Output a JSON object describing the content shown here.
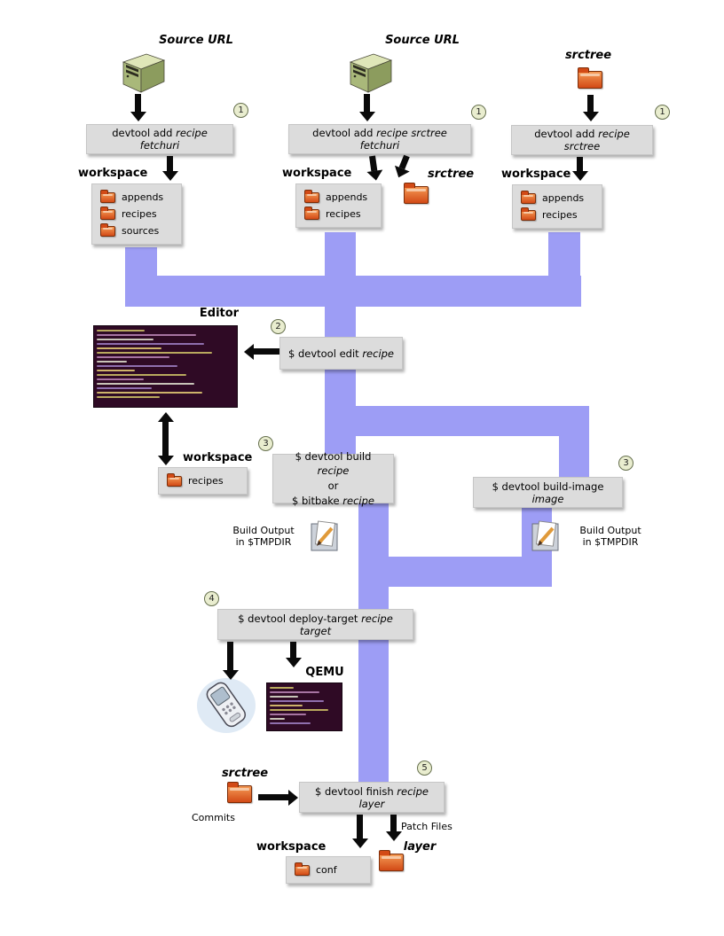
{
  "colors": {
    "pipe": "#9d9df5",
    "box_bg": "#dcdcdc",
    "folder_light": "#f59a54",
    "folder_dark": "#d24a16",
    "badge_bg": "#e9edcf",
    "terminal_bg": "#2f0a25"
  },
  "badges": {
    "s1": "1",
    "s2": "2",
    "s3": "3",
    "s4": "4",
    "s5": "5"
  },
  "top": {
    "col1": {
      "source_label": "Source URL",
      "cmd_plain": "devtool add ",
      "cmd_italic": "recipe fetchuri",
      "workspace_label": "workspace",
      "folders": [
        "appends",
        "recipes",
        "sources"
      ]
    },
    "col2": {
      "source_label": "Source URL",
      "cmd_plain": "devtool add ",
      "cmd_italic": "recipe srctree fetchuri",
      "workspace_label": "workspace",
      "folders": [
        "appends",
        "recipes"
      ],
      "srctree_label": "srctree"
    },
    "col3": {
      "source_label": "srctree",
      "cmd_plain": "devtool add ",
      "cmd_italic": "recipe srctree",
      "workspace_label": "workspace",
      "folders": [
        "appends",
        "recipes"
      ]
    }
  },
  "edit": {
    "editor_label": "Editor",
    "cmd_plain": "$ devtool edit ",
    "cmd_italic": "recipe",
    "workspace_label": "workspace",
    "folder": "recipes"
  },
  "build": {
    "l1_plain": "$ devtool build ",
    "l1_italic": "recipe",
    "or": "or",
    "l2_plain": "$ bitbake ",
    "l2_italic": "recipe",
    "output": "Build Output\nin $TMPDIR"
  },
  "build_image": {
    "cmd_plain": "$ devtool build-image ",
    "cmd_italic": "image",
    "output": "Build Output\nin $TMPDIR"
  },
  "deploy": {
    "cmd_plain": "$ devtool deploy-target ",
    "cmd_italic": "recipe target",
    "qemu_label": "QEMU"
  },
  "finish": {
    "cmd_plain": "$ devtool finish ",
    "cmd_italic": "recipe layer",
    "srctree_label": "srctree",
    "commits_label": "Commits",
    "patch_files_label": "Patch Files",
    "workspace_label": "workspace",
    "folder": "conf",
    "layer_label": "layer"
  }
}
